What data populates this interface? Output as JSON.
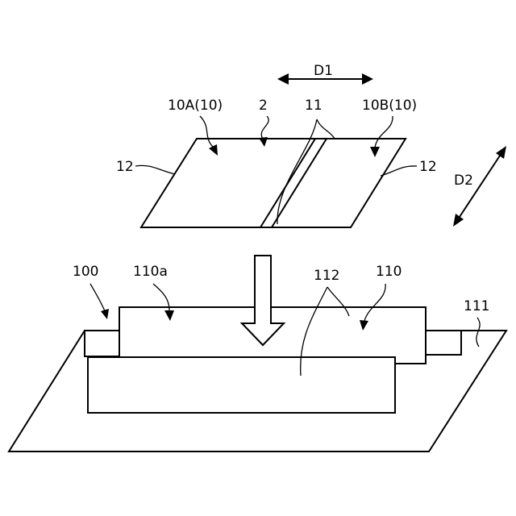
{
  "labels": {
    "d1": "D1",
    "d2": "D2",
    "part_10a": "10A(10)",
    "part_2": "2",
    "part_11": "11",
    "part_10b": "10B(10)",
    "part_12_left": "12",
    "part_12_right": "12",
    "part_100": "100",
    "part_110a": "110a",
    "part_112": "112",
    "part_110": "110",
    "part_111": "111"
  }
}
